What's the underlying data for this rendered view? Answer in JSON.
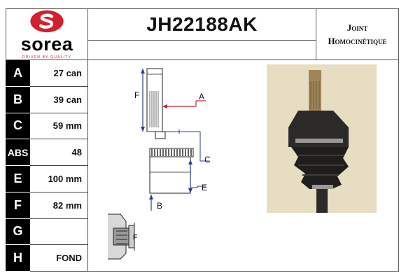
{
  "brand": {
    "name": "sorea",
    "tagline": "DRIVEN BY QUALITY",
    "logo_color": "#d3202e"
  },
  "header": {
    "reference": "JH22188AK",
    "type_line1": "Joint",
    "type_line2": "Homocinétique"
  },
  "specs": [
    {
      "key": "A",
      "value": "27 can"
    },
    {
      "key": "B",
      "value": "39 can"
    },
    {
      "key": "C",
      "value": "59 mm"
    },
    {
      "key": "ABS",
      "value": "48"
    },
    {
      "key": "E",
      "value": "100 mm"
    },
    {
      "key": "F",
      "value": "82 mm"
    },
    {
      "key": "G",
      "value": ""
    },
    {
      "key": "H",
      "value": "FOND"
    }
  ],
  "diagram": {
    "labels": {
      "A": "A",
      "B": "B",
      "C": "C",
      "E": "E",
      "F": "F"
    },
    "mini_label": "F",
    "arrow_color": "#c8202f",
    "dimension_color": "#2a3a9a"
  },
  "photo": {
    "icon": "cv-joint-photo"
  }
}
